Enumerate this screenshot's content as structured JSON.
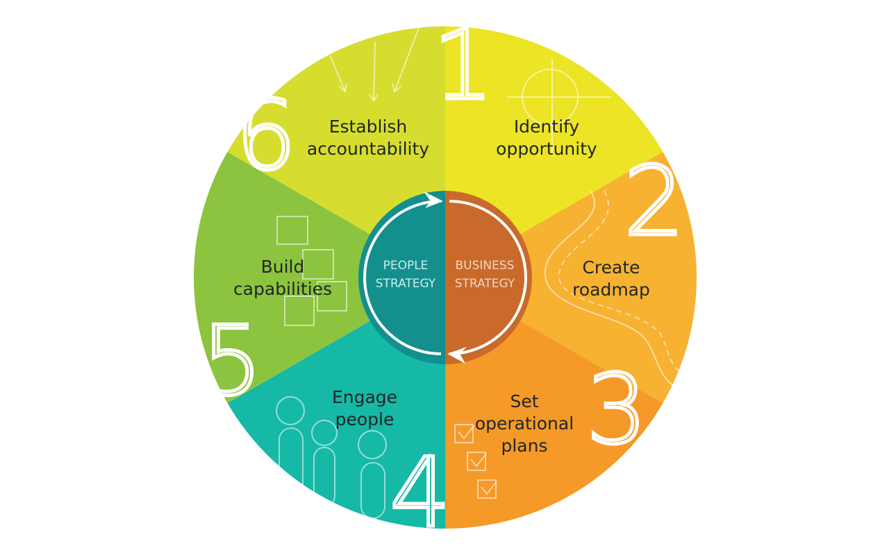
{
  "segments": [
    {
      "number": "1",
      "line1": "Identify",
      "line2": "opportunity",
      "line3": "",
      "color": "#ece424",
      "icon": "target-crosshair-icon"
    },
    {
      "number": "2",
      "line1": "Create",
      "line2": "roadmap",
      "line3": "",
      "color": "#f7b232",
      "icon": "road-icon"
    },
    {
      "number": "3",
      "line1": "Set",
      "line2": "operational",
      "line3": "plans",
      "color": "#f59a28",
      "icon": "checklist-icon"
    },
    {
      "number": "4",
      "line1": "Engage",
      "line2": "people",
      "line3": "",
      "color": "#16b8a6",
      "icon": "people-icon"
    },
    {
      "number": "5",
      "line1": "Build",
      "line2": "capabilities",
      "line3": "",
      "color": "#8cc43f",
      "icon": "blocks-icon"
    },
    {
      "number": "6",
      "line1": "Establish",
      "line2": "accountability",
      "line3": "",
      "color": "#d6dd2e",
      "icon": "arrows-icon"
    }
  ],
  "core": {
    "left": {
      "line1": "PEOPLE",
      "line2": "STRATEGY",
      "color": "#138f8e",
      "text_color": "#cdeee8"
    },
    "right": {
      "line1": "BUSINESS",
      "line2": "STRATEGY",
      "color": "#c96a2b",
      "text_color": "#f3d6bf"
    }
  }
}
